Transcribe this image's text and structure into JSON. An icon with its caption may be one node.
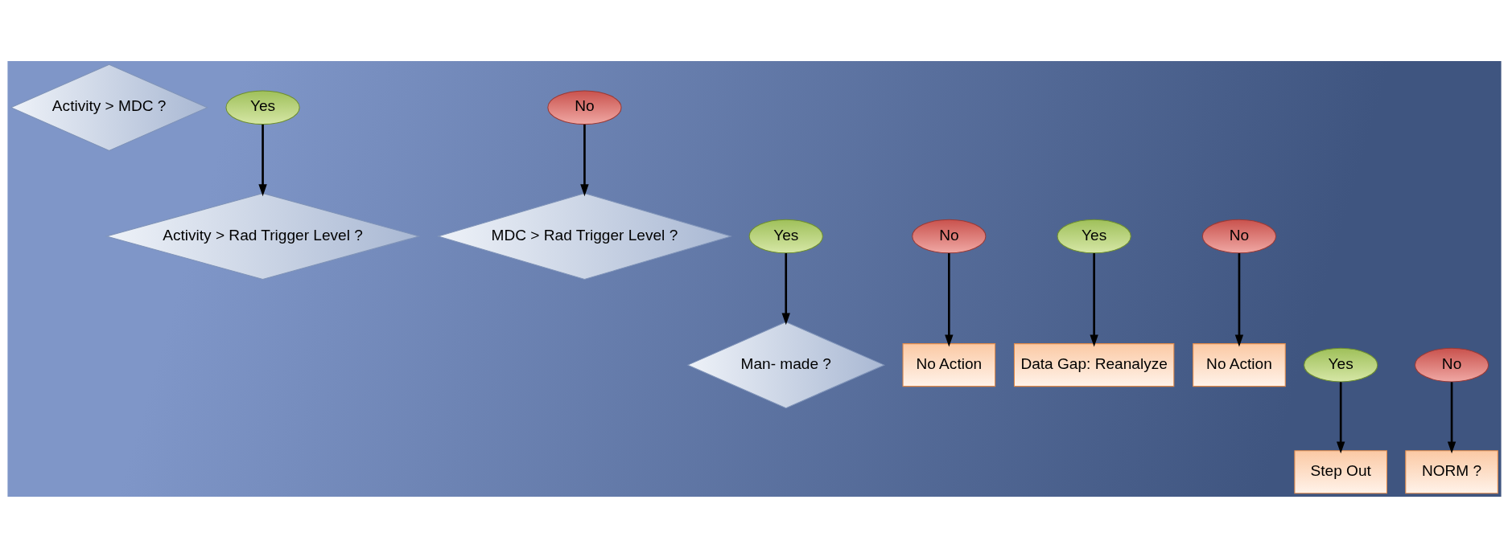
{
  "diagram": {
    "nodes": [
      {
        "text": [
          "Activity > MDC ?"
        ]
      },
      {
        "text": [
          "Yes"
        ]
      },
      {
        "text": [
          "No"
        ]
      },
      {
        "text": [
          "Activity > Rad Trigger Level ?"
        ]
      },
      {
        "text": [
          "Yes"
        ]
      },
      {
        "text": [
          "No"
        ]
      },
      {
        "text": [
          "MDC > Rad Trigger Level ?"
        ]
      },
      {
        "text": [
          "Yes"
        ]
      },
      {
        "text": [
          "No"
        ]
      },
      {
        "text": [
          "Man- made ?"
        ]
      },
      {
        "text": [
          "Yes"
        ]
      },
      {
        "text": [
          "No"
        ]
      },
      {
        "text": [
          "No Action"
        ]
      },
      {
        "text": [
          "Data Gap: Reanalyze"
        ]
      },
      {
        "text": [
          "No Action"
        ]
      },
      {
        "text": [
          "Step Out"
        ]
      },
      {
        "text": [
          "NORM ?"
        ]
      }
    ],
    "edges": [
      {
        "from": 1,
        "to": 3,
        "arrow": "to"
      },
      {
        "from": 2,
        "to": 6,
        "arrow": "to"
      },
      {
        "from": 4,
        "to": 9,
        "arrow": "to"
      },
      {
        "from": 5,
        "to": 12,
        "arrow": "to"
      },
      {
        "from": 7,
        "to": 13,
        "arrow": "to"
      },
      {
        "from": 8,
        "to": 14,
        "arrow": "to"
      },
      {
        "from": 10,
        "to": 15,
        "arrow": "to"
      },
      {
        "from": 11,
        "to": 16,
        "arrow": "to"
      }
    ]
  }
}
